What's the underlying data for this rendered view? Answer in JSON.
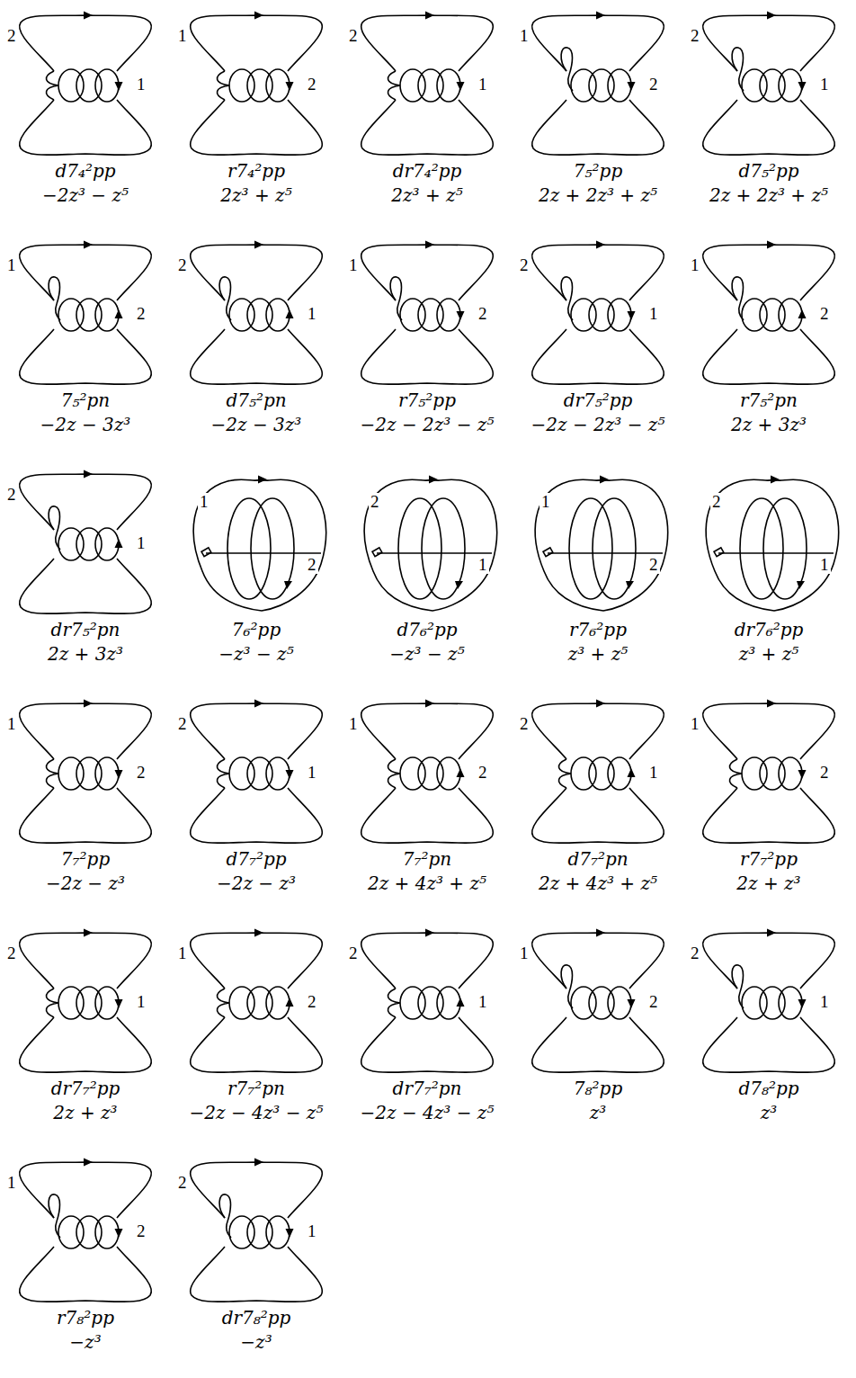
{
  "diagram": {
    "labels": [
      "2",
      "1",
      "d7₄²pp",
      "−2z³ − z⁵",
      "1",
      "2",
      "r7₄²pp",
      "2z³ + z⁵",
      "2",
      "1",
      "dr7₄²pp",
      "2z³ + z⁵",
      "1",
      "2",
      "7₅²pp",
      "2z + 2z³ + z⁵",
      "2",
      "1",
      "d7₅²pp",
      "2z + 2z³ + z⁵",
      "1",
      "2",
      "7₅²pn",
      "−2z − 3z³",
      "2",
      "1",
      "d7₅²pn",
      "−2z − 3z³",
      "1",
      "2",
      "r7₅²pp",
      "−2z − 2z³ − z⁵",
      "2",
      "1",
      "dr7₅²pp",
      "−2z − 2z³ − z⁵",
      "1",
      "2",
      "r7₅²pn",
      "2z + 3z³",
      "2",
      "1",
      "dr7₅²pn",
      "2z + 3z³",
      "1",
      "2",
      "7₆²pp",
      "−z³ − z⁵",
      "2",
      "1",
      "d7₆²pp",
      "−z³ − z⁵",
      "1",
      "2",
      "r7₆²pp",
      "z³ + z⁵",
      "2",
      "1",
      "dr7₆²pp",
      "z³ + z⁵",
      "1",
      "2",
      "7₇²pp",
      "−2z − z³",
      "2",
      "1",
      "d7₇²pp",
      "−2z − z³",
      "1",
      "2",
      "7₇²pn",
      "2z + 4z³ + z⁵",
      "2",
      "1",
      "d7₇²pn",
      "2z + 4z³ + z⁵",
      "1",
      "2",
      "r7₇²pp",
      "2z + z³",
      "2",
      "1",
      "dr7₇²pp",
      "2z + z³",
      "1",
      "2",
      "r7₇²pn",
      "−2z − 4z³ − z⁵",
      "2",
      "1",
      "dr7₇²pn",
      "−2z − 4z³ − z⁵",
      "1",
      "2",
      "7₈²pp",
      "z³",
      "2",
      "1",
      "d7₈²pp",
      "z³",
      "1",
      "2",
      "r7₈²pp",
      "−z³",
      "2",
      "1",
      "dr7₈²pp",
      "−z³"
    ]
  }
}
